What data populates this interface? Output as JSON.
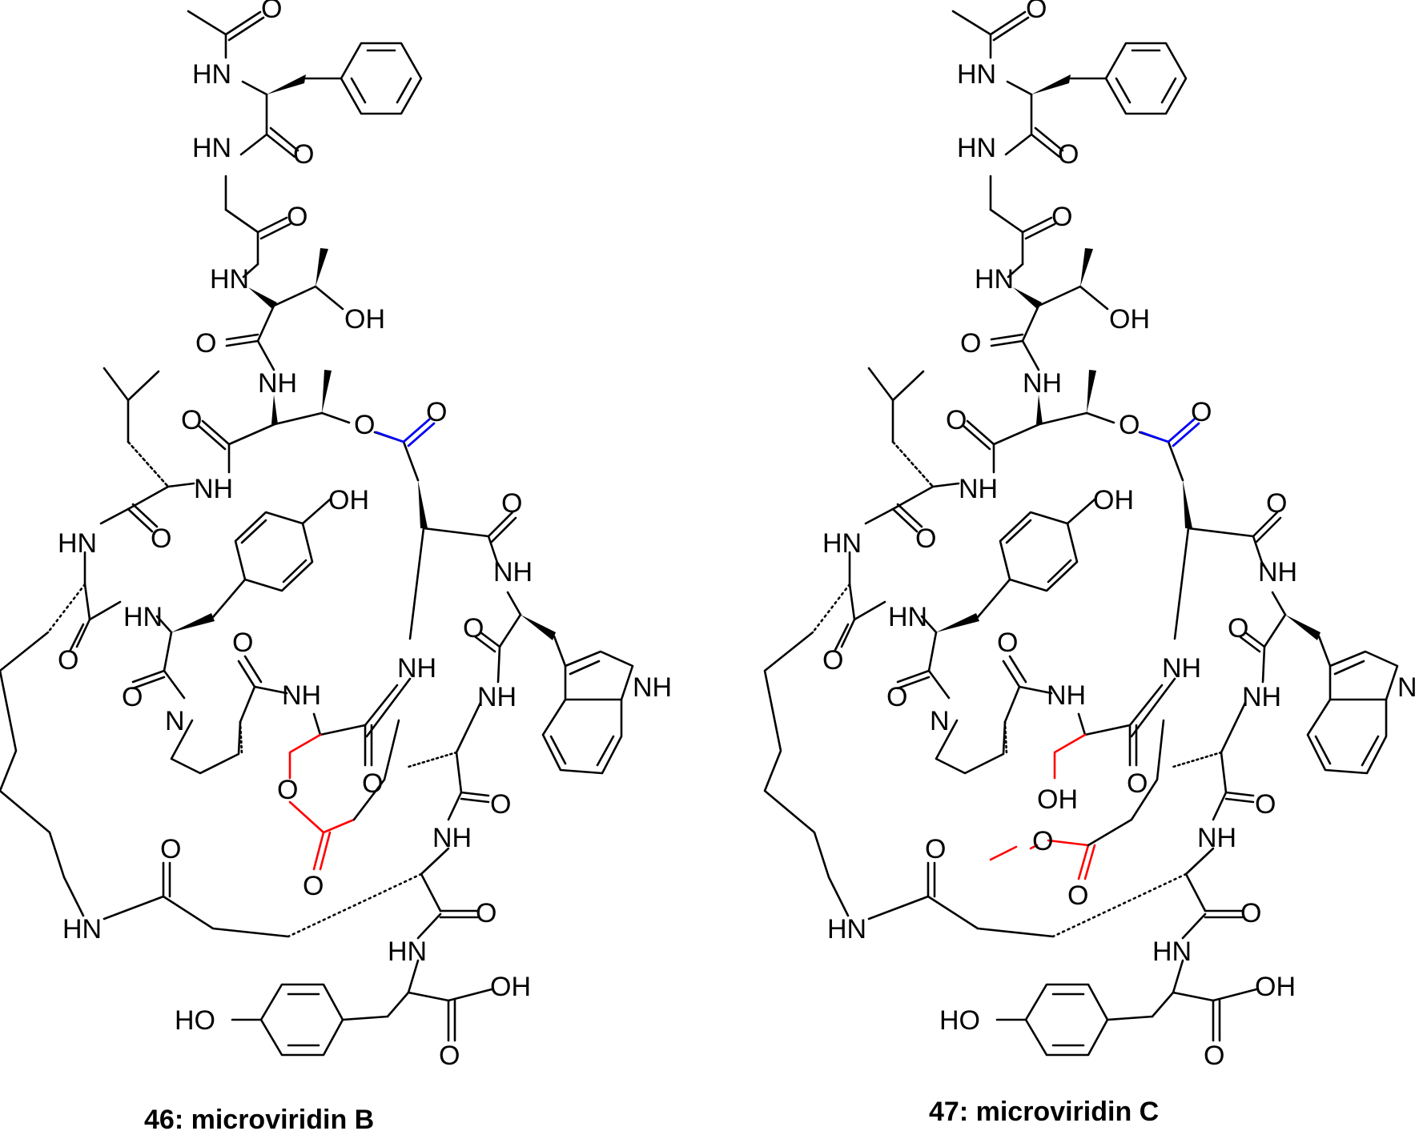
{
  "compounds": [
    {
      "number": "46",
      "name": "microviridin B",
      "variant": "B"
    },
    {
      "number": "47",
      "name": "microviridin C",
      "variant": "C"
    }
  ],
  "colors": {
    "bond": "#000000",
    "blue_highlight": "#0000ff",
    "red_highlight": "#ff0000"
  },
  "atoms": {
    "hn": "HN",
    "nh": "NH",
    "oh": "OH",
    "ho": "HO",
    "o": "O",
    "n": "N"
  }
}
